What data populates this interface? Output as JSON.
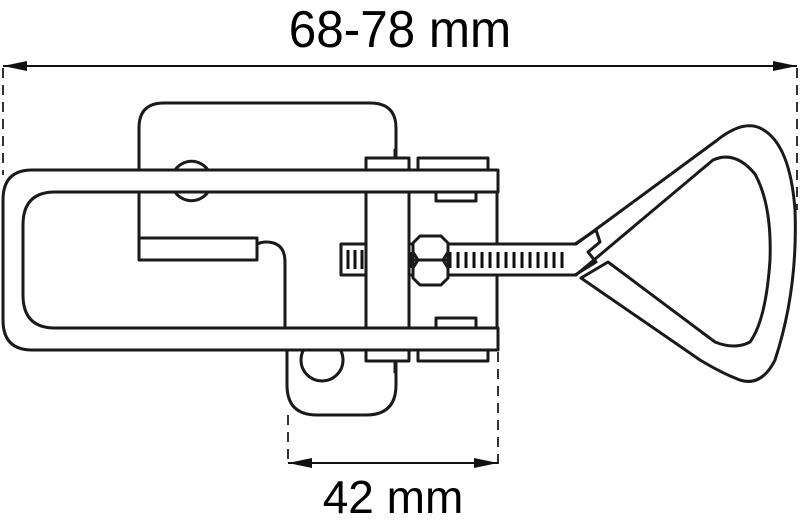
{
  "diagram": {
    "title": "Adjustable over-centre toggle latch (draw latch) — dimension drawing",
    "overall_length": {
      "label": "68-78 mm",
      "description": "Overall length, adjustable range"
    },
    "base_width": {
      "label": "42 mm",
      "description": "Width of the latch base/mounting plate"
    },
    "components": [
      "mounting-plate",
      "wire-loop",
      "threaded-rod",
      "hex-nut",
      "lever-handle",
      "catch-plate"
    ],
    "colors": {
      "line": "#1a1a1a",
      "background": "#ffffff"
    }
  }
}
